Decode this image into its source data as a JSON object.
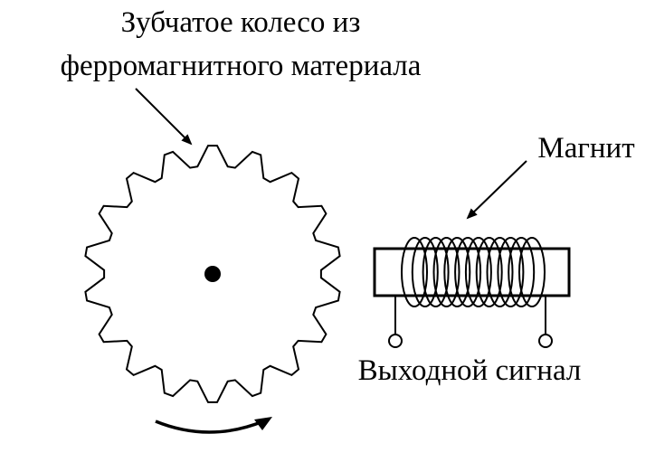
{
  "labels": {
    "gear_line1": "Зубчатое колесо из",
    "gear_line2": "ферромагнитного материала",
    "magnet": "Магнит",
    "output": "Выходной сигнал"
  },
  "components": {
    "gear": {
      "teeth": 18
    },
    "coil": {
      "turns": 12
    }
  },
  "colors": {
    "stroke": "#000000",
    "background": "#ffffff"
  }
}
